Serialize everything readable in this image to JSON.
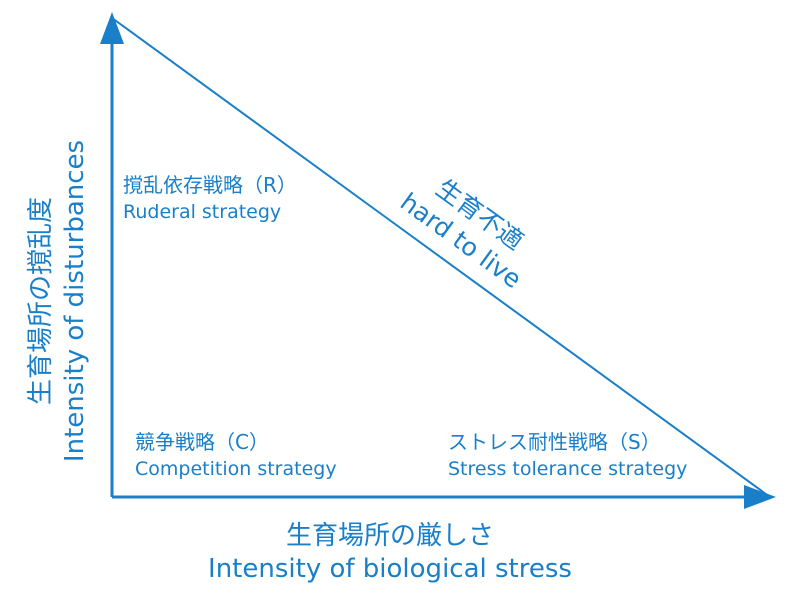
{
  "colors": {
    "accent": "#1a7fc9"
  },
  "y_axis": {
    "label_jp": "生育場所の撹乱度",
    "label_en": "Intensity of disturbances"
  },
  "x_axis": {
    "label_jp": "生育場所の厳しさ",
    "label_en": "Intensity of biological stress"
  },
  "regions": {
    "ruderal": {
      "label_jp": "撹乱依存戦略（R）",
      "label_en": "Ruderal strategy"
    },
    "competition": {
      "label_jp": "競争戦略（C）",
      "label_en": "Competition strategy"
    },
    "stress": {
      "label_jp": "ストレス耐性戦略（S）",
      "label_en": "Stress tolerance strategy"
    }
  },
  "hypotenuse_note": {
    "label_jp": "生育不適",
    "label_en": "hard to live"
  }
}
